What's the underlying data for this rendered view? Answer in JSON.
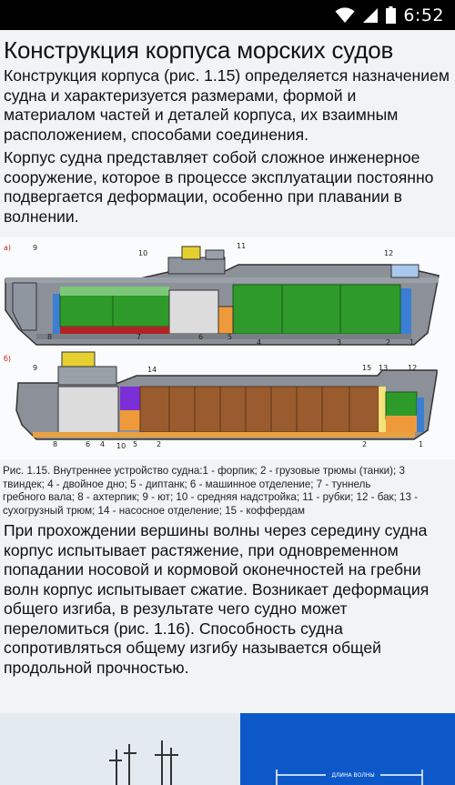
{
  "status_bar": {
    "time": "6:52"
  },
  "article": {
    "title": "Конструкция корпуса морских судов",
    "paragraph1": "Конструкция корпуса (рис. 1.15) определяется назначением судна и характеризуется размерами, формой и материалом частей и деталей корпуса, их взаимным расположением, способами соединения.",
    "paragraph2": "Корпус судна представляет собой сложное инженерное сооружение, которое в процессе эксплуатации постоянно подвергается деформации, особенно при плавании в волнении.",
    "figure": {
      "label_a": "а)",
      "label_b": "б)",
      "numbers_a": [
        "9",
        "10",
        "11",
        "12",
        "8",
        "7",
        "6",
        "5",
        "4",
        "3",
        "2",
        "1"
      ],
      "numbers_b": [
        "9",
        "14",
        "15",
        "13",
        "12",
        "8",
        "6",
        "4",
        "10",
        "5",
        "2",
        "2",
        "1"
      ]
    },
    "caption_lines": [
      "Рис. 1.15. Внутреннее устройство судна:1 - форпик; 2 - грузовые трюмы (танки); 3",
      "твиндек; 4 - двойное дно; 5 - диптанк; 6 - машинное отделение; 7 - туннель",
      "гребного вала; 8 - ахтерпик; 9 - ют; 10 - средняя надстройка; 11 - рубки; 12 - бак; 13 -",
      "сухогрузный трюм; 14 - насосное отделение; 15 - коффердам"
    ],
    "paragraph3": "При прохождении вершины волны через середину судна корпус испытывает растяжение, при одновременном попадании носовой и кормовой оконечностей на гребни волн корпус испытывает сжатие. Возникает деформация общего изгиба, в результате чего судно может переломиться (рис. 1.16). Способность судна сопротивляться общему изгибу называется общей продольной прочностью.",
    "photo_label": "ДЛИНА ВОЛНЫ"
  }
}
